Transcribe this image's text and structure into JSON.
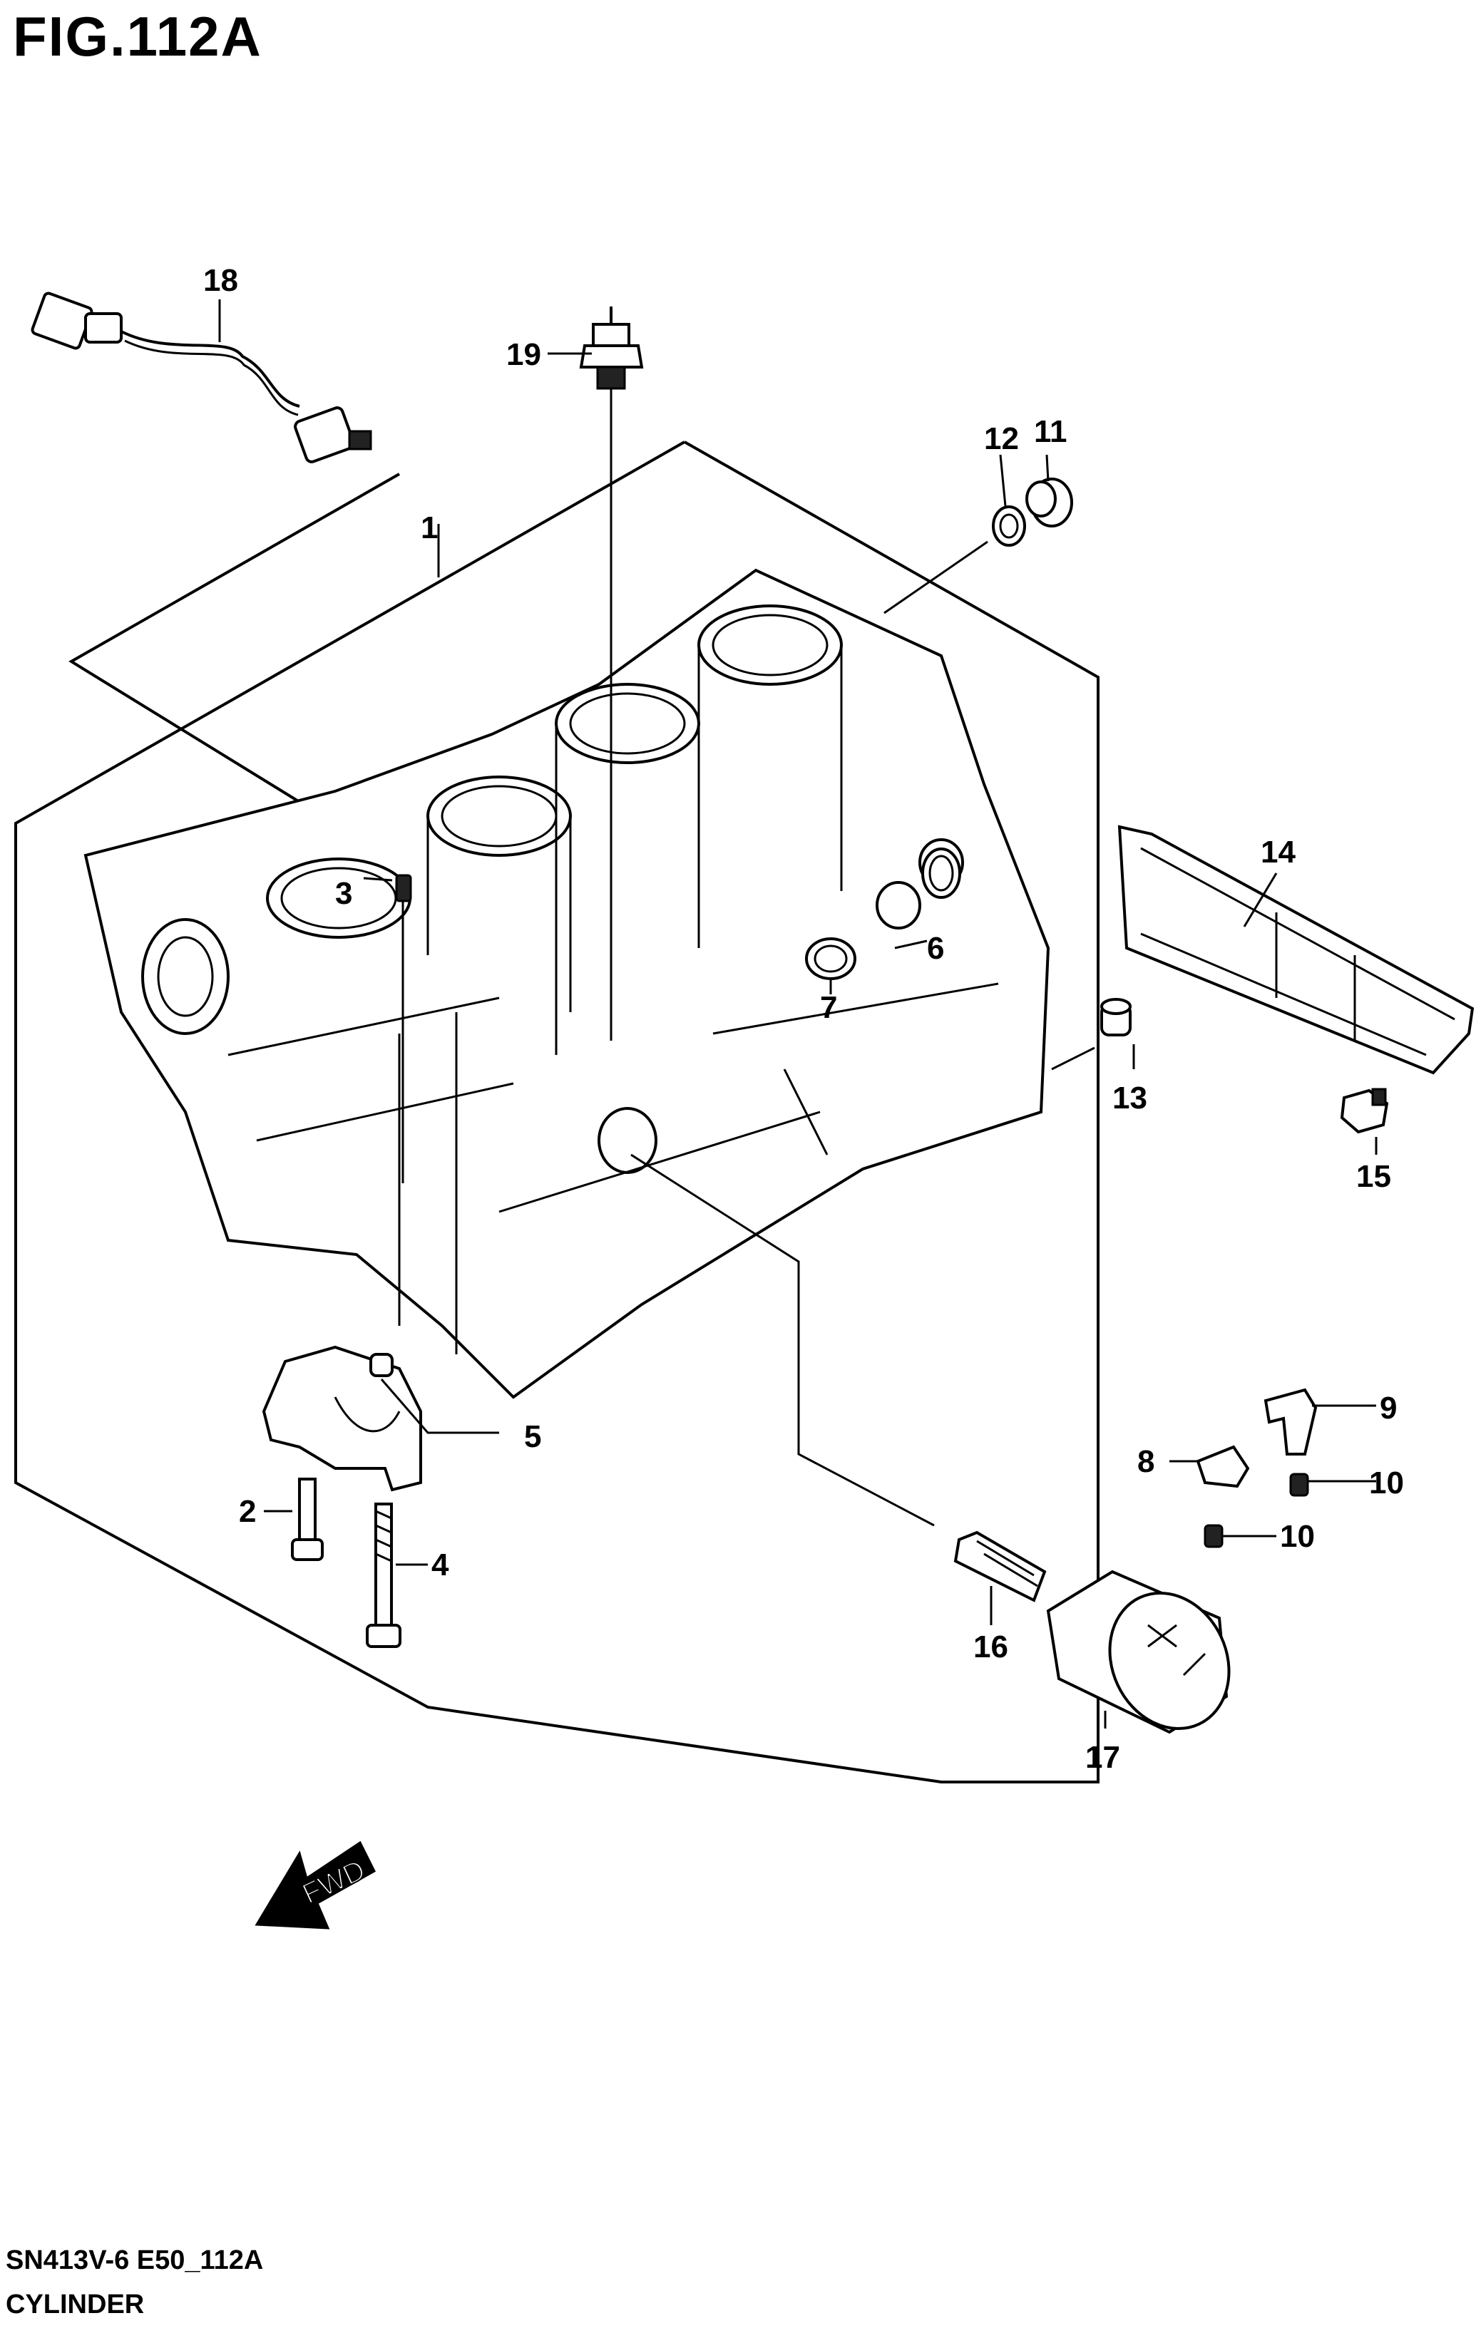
{
  "header": {
    "title": "FIG.112A"
  },
  "footer": {
    "code": "SN413V-6 E50_112A",
    "name": "CYLINDER"
  },
  "fwd_marker": {
    "label": "FWD"
  },
  "callouts": [
    "1",
    "2",
    "3",
    "4",
    "5",
    "6",
    "7",
    "8",
    "9",
    "10",
    "10",
    "11",
    "12",
    "13",
    "14",
    "15",
    "16",
    "17",
    "18",
    "19"
  ]
}
